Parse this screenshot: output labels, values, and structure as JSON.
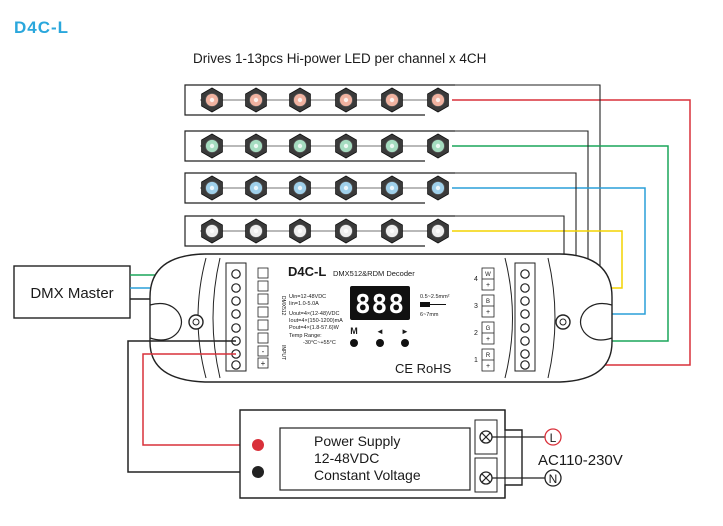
{
  "header": {
    "model": "D4C-L",
    "drive_caption": "Drives 1-13pcs Hi-power LED per channel x 4CH"
  },
  "colors": {
    "title": "#2aa7dc",
    "red": "#d9303a",
    "green": "#1aa55a",
    "blue": "#2a9fd8",
    "yellow": "#f3d400",
    "led_red": "#f0b2a0",
    "led_green": "#a5dcc0",
    "led_blue": "#9fd0ea",
    "led_white": "#eeeeee"
  },
  "led_rows": [
    {
      "color_key": "led_red",
      "wire": "red",
      "count": 6
    },
    {
      "color_key": "led_green",
      "wire": "green",
      "count": 6
    },
    {
      "color_key": "led_blue",
      "wire": "blue",
      "count": 6
    },
    {
      "color_key": "led_white",
      "wire": "yellow",
      "count": 6
    }
  ],
  "dmx_master": {
    "label": "DMX Master"
  },
  "decoder": {
    "name": "D4C-L",
    "subtitle": "DMX512&RDM Decoder",
    "display": "888",
    "btn_m": "M",
    "btn_left": "◄",
    "btn_right": "►",
    "spec_in_1": "Uin=12-48VDC",
    "spec_in_2": "Iin=1.0-5.0A",
    "spec_out_1": "Uout=4×(12-48)VDC",
    "spec_out_2": "Iout=4×(150-1200)mA",
    "spec_out_3": "Pout=4×(1.8-57.6)W",
    "temp_1": "Temp Range:",
    "temp_2": "-30°C~+55°C",
    "wire_1": "0.5~2.5mm²",
    "wire_2": "6~7mm",
    "cert": "CE RoHS",
    "input_label": "INPUT",
    "dmx_label": "DMX512",
    "left_signs": [
      "-",
      "+"
    ],
    "right_channels": [
      {
        "num": "4",
        "code": "W",
        "sign": "+"
      },
      {
        "num": "3",
        "code": "B",
        "sign": "+"
      },
      {
        "num": "2",
        "code": "G",
        "sign": "+"
      },
      {
        "num": "1",
        "code": "R",
        "sign": "+"
      }
    ]
  },
  "power_supply": {
    "line1": "Power Supply",
    "line2": "12-48VDC",
    "line3": "Constant Voltage",
    "ac_label": "AC110-230V",
    "L": "L",
    "N": "N"
  }
}
